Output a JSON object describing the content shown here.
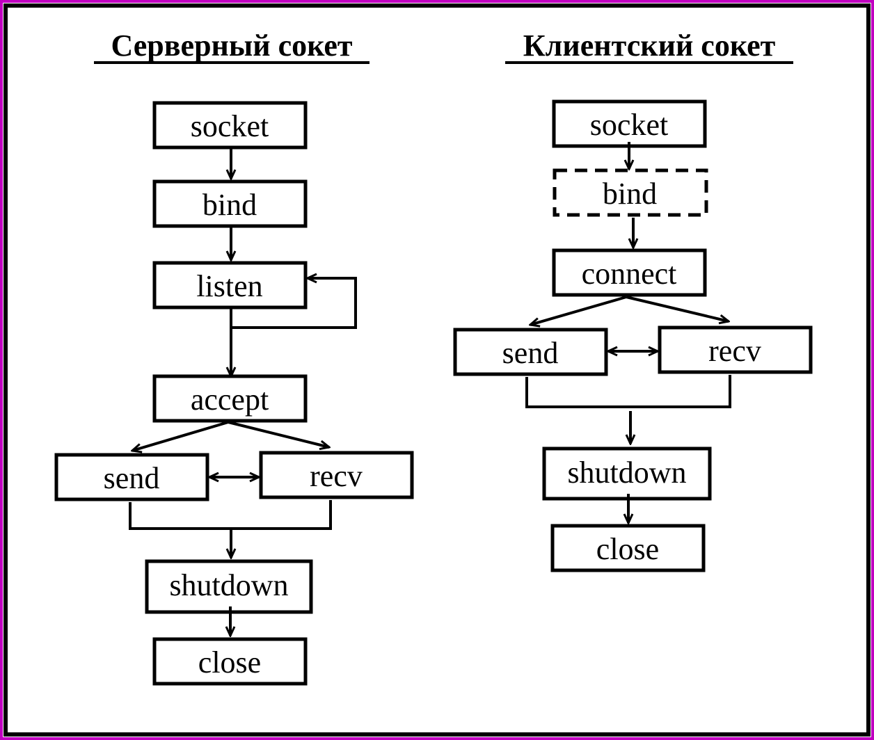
{
  "colors": {
    "frame_outer": "#c000c0",
    "frame_inner": "#000000",
    "stroke": "#000000",
    "background": "#ffffff"
  },
  "server": {
    "title": "Серверный сокет",
    "steps": {
      "socket": "socket",
      "bind": "bind",
      "listen": "listen",
      "accept": "accept",
      "send": "send",
      "recv": "recv",
      "shutdown": "shutdown",
      "close": "close"
    }
  },
  "client": {
    "title": "Клиентский сокет",
    "steps": {
      "socket": "socket",
      "bind": "bind",
      "connect": "connect",
      "send": "send",
      "recv": "recv",
      "shutdown": "shutdown",
      "close": "close"
    }
  }
}
